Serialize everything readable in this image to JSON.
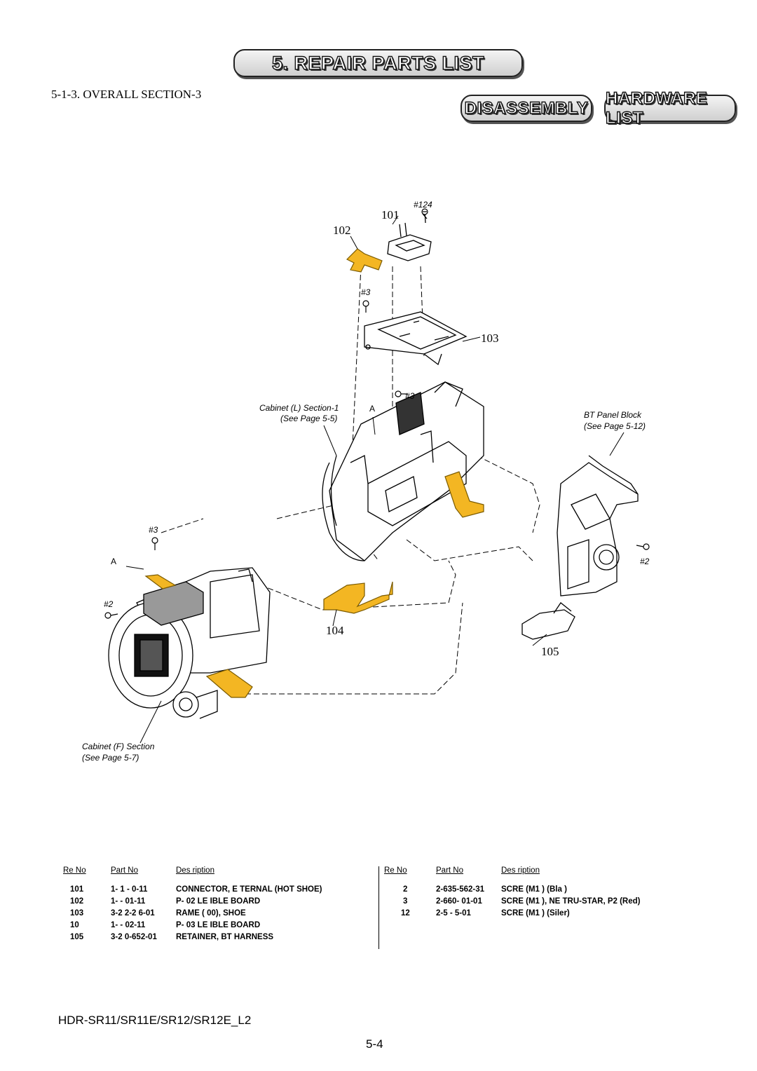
{
  "header": {
    "title": "5. REPAIR PARTS LIST",
    "section": "5-1-3.   OVERALL   SECTION-3",
    "disassembly_button": "DISASSEMBLY",
    "hardware_list_button": "HARDWARE LIST"
  },
  "diagram": {
    "refs": [
      "101",
      "102",
      "103",
      "104",
      "105"
    ],
    "screw_124": "#124",
    "screw_3": "#3",
    "screw_2": "#2",
    "marker_a": "A",
    "cabinet_l": [
      "Cabinet (L) Section-1",
      "(See  Page 5-5)"
    ],
    "bt_panel": [
      "BT Panel Block",
      "(See  Page 5-12)"
    ],
    "cabinet_f": [
      "Cabinet (F) Section",
      "(See  Page 5-7)"
    ],
    "colors": {
      "flex": "#f3b623",
      "flex_edge": "#7a5a00",
      "line": "#000000"
    }
  },
  "parts_table": {
    "headers": {
      "ref": "Re   No",
      "part": "Part No",
      "desc": "Des  ription"
    },
    "left_rows": [
      {
        "ref": "101",
        "part": "1-  1  -   0-11",
        "desc": "CONNECTOR, E  TERNAL (HOT SHOE)"
      },
      {
        "ref": "102",
        "part": "1-    -  01-11",
        "desc": "P-  02   LE   IBLE BOARD"
      },
      {
        "ref": "103",
        "part": "3-2  2-2  6-01",
        "desc": "RAME (   00), SHOE"
      },
      {
        "ref": "10",
        "part": "1-    -  02-11",
        "desc": "P-  03   LE   IBLE BOARD"
      },
      {
        "ref": "105",
        "part": "3-2  0-652-01",
        "desc": "RETAINER, BT HARNESS"
      }
    ],
    "right_rows": [
      {
        "ref": "2",
        "part": "2-635-562-31",
        "desc": "SCRE     (M1     ) (Bla     )"
      },
      {
        "ref": "3",
        "part": "2-660-  01-01",
        "desc": "SCRE     (M1     ), NE     TRU-STAR, P2 (Red)"
      },
      {
        "ref": "12",
        "part": "2-5   -    5-01",
        "desc": "SCRE     (M1     ) (Siler)"
      }
    ]
  },
  "footer": {
    "model": "HDR-SR11/SR11E/SR12/SR12E_L2",
    "page": "5-4"
  }
}
